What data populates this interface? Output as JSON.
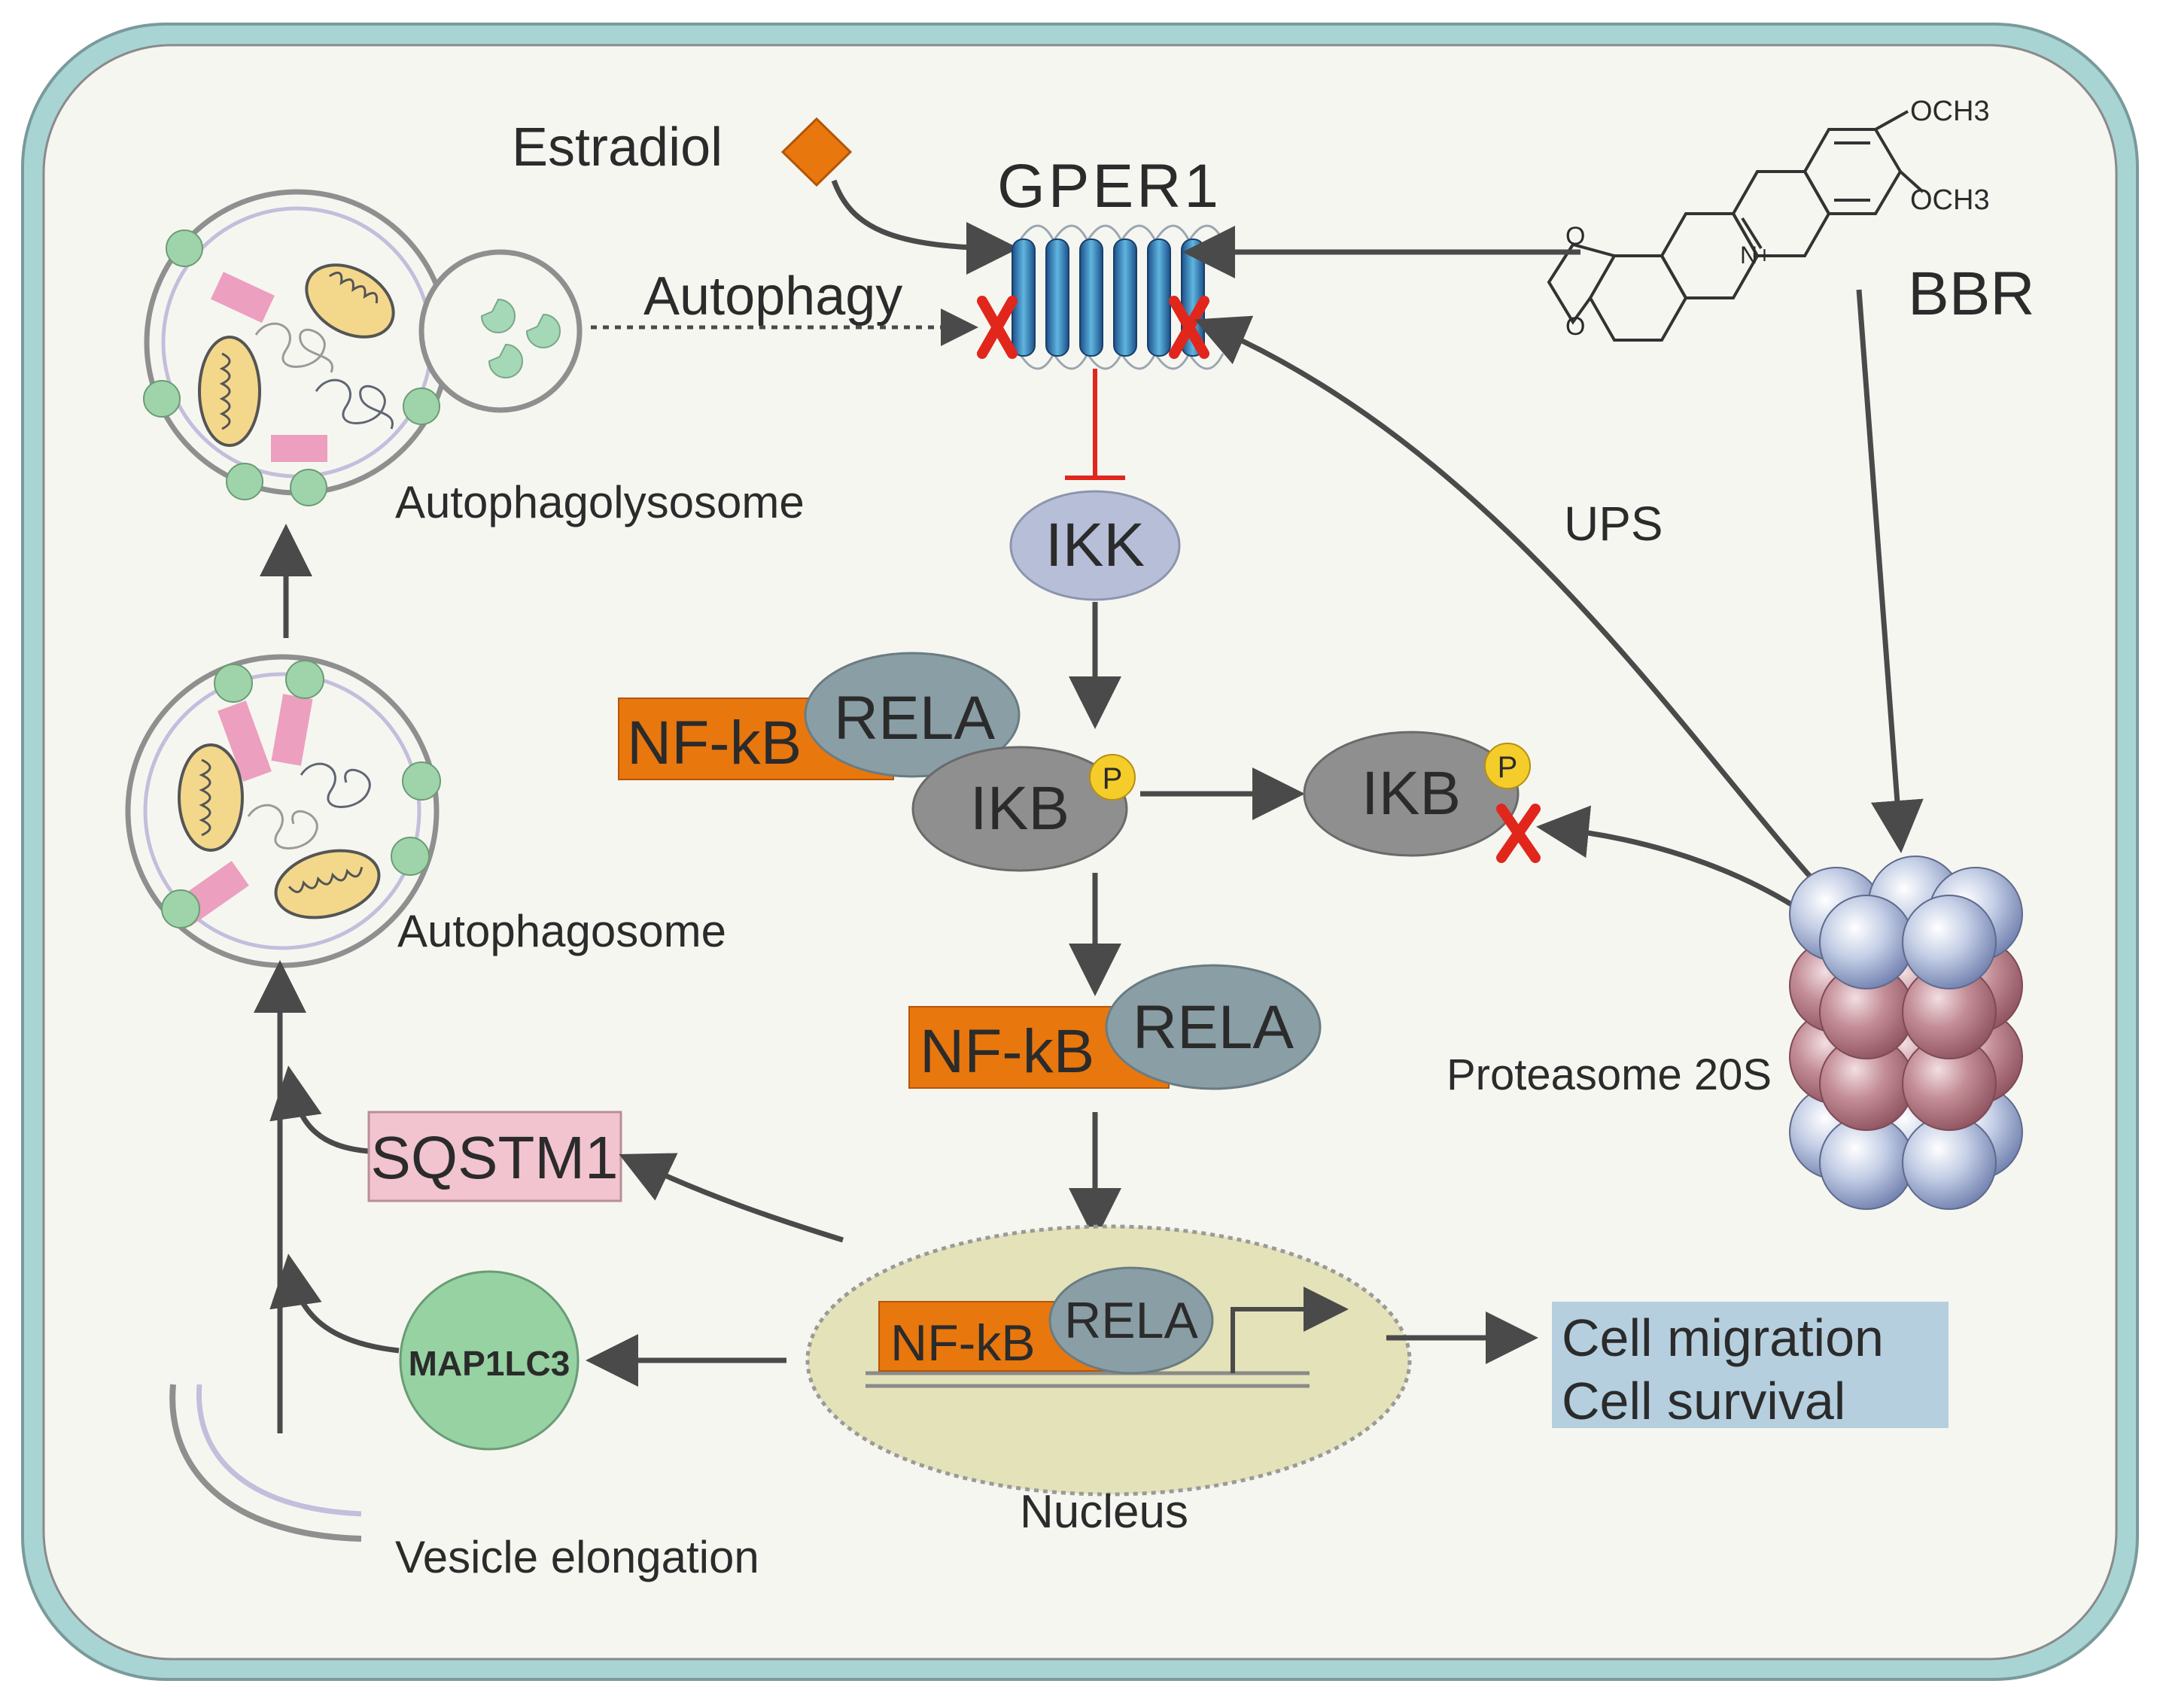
{
  "labels": {
    "estradiol": "Estradiol",
    "gper1": "GPER1",
    "autophagy": "Autophagy",
    "autophagolysosome": "Autophagolysosome",
    "autophagosome": "Autophagosome",
    "vesicle_elongation": "Vesicle elongation",
    "ikk": "IKK",
    "ikb": "IKB",
    "ikb_degraded": "IKB",
    "phospho": "P",
    "ups": "UPS",
    "bbr": "BBR",
    "proteasome": "Proteasome 20S",
    "sqstm1": "SQSTM1",
    "map1lc3": "MAP1LC3",
    "nucleus": "Nucleus",
    "outcome_1": "Cell migration",
    "outcome_2": "Cell survival"
  },
  "complexes": [
    {
      "nfkb": "NF-kB",
      "rela": "RELA"
    },
    {
      "nfkb": "NF-kB",
      "rela": "RELA"
    },
    {
      "nfkb": "NF-kB",
      "rela": "RELA"
    }
  ],
  "bbr_structure": {
    "substituent_1": "OCH3",
    "substituent_2": "OCH3",
    "charge": "N+",
    "ring_o1": "O",
    "ring_o2": "O"
  },
  "colors": {
    "cell_border": "#a8d4d4",
    "cell_fill": "#f6f6f1",
    "nfkb": "#e8770e",
    "rela": "#8a9ea5",
    "ikb": "#8f8f8f",
    "ikk": "#b6bfd7",
    "phospho": "#f5cd2a",
    "inhibition_x": "#e1261c",
    "sqstm1": "#f2c4d0",
    "map1lc3": "#96d2a2",
    "nucleus": "#e4e2b9",
    "outcome_box": "#b5cfdf",
    "receptor": "#2472a8",
    "proteasome_outer": "#b9c6df",
    "proteasome_inner": "#b87d88"
  },
  "icons": [
    "estradiol-diamond",
    "gper1-receptor",
    "proteasome-20s",
    "bbr-molecule",
    "mitochondria",
    "inhibition-cross"
  ]
}
